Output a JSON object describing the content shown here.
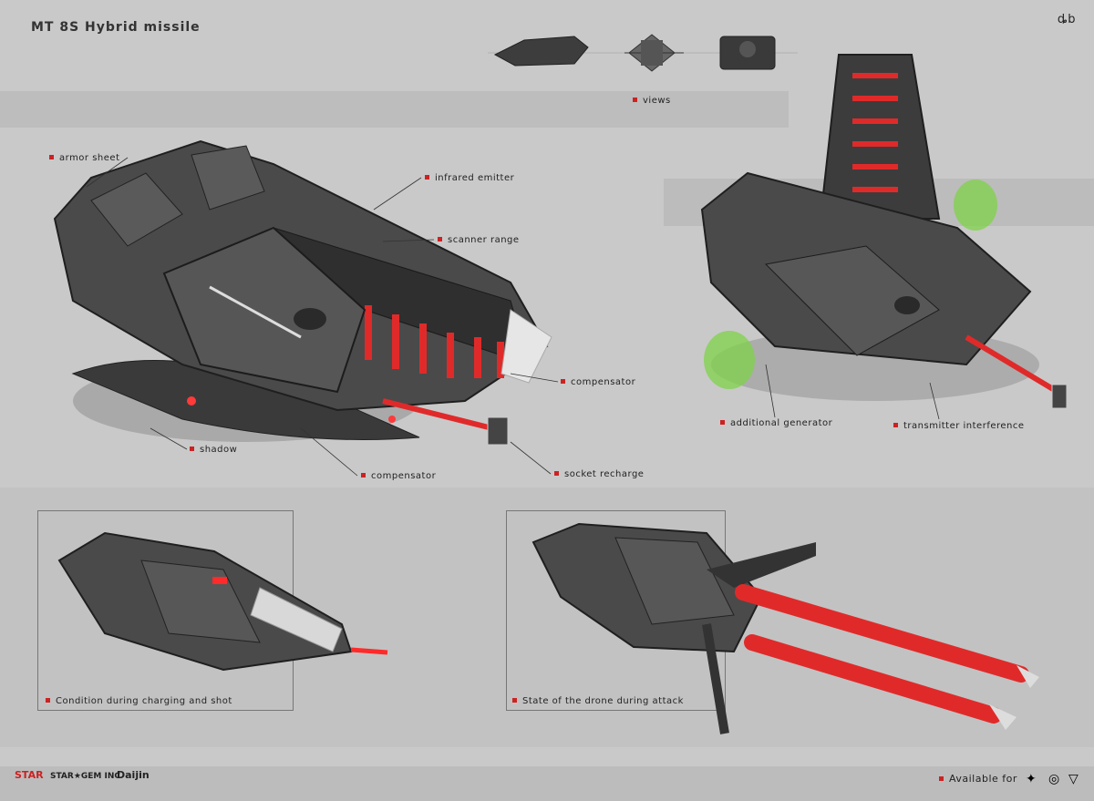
{
  "title": "MT 8S Hybrid missile",
  "corner_mark": "ȡb",
  "callouts": {
    "views": "views",
    "armor_sheet": "armor sheet",
    "infrared_emitter": "infrared emitter",
    "scanner_range": "scanner range",
    "compensator_1": "compensator",
    "shadow": "shadow",
    "compensator_2": "compensator",
    "socket_recharge": "socket recharge",
    "additional_generator": "additional generator",
    "transmitter_interference": "transmitter interference",
    "charging": "Condition during charging and shot",
    "attack": "State of the drone during attack"
  },
  "footer": {
    "logo_1": "STAR",
    "logo_2": "STAR★GEM INC",
    "logo_3": "Daijin",
    "available_for": "Available for",
    "platform_icons": [
      "eagle-icon",
      "globe-icon",
      "triangle-star-icon"
    ]
  },
  "colors": {
    "accent": "#cc2222",
    "glow": "#ff2a2a",
    "green": "#7fd14a",
    "hull": "#3a3a3a"
  }
}
